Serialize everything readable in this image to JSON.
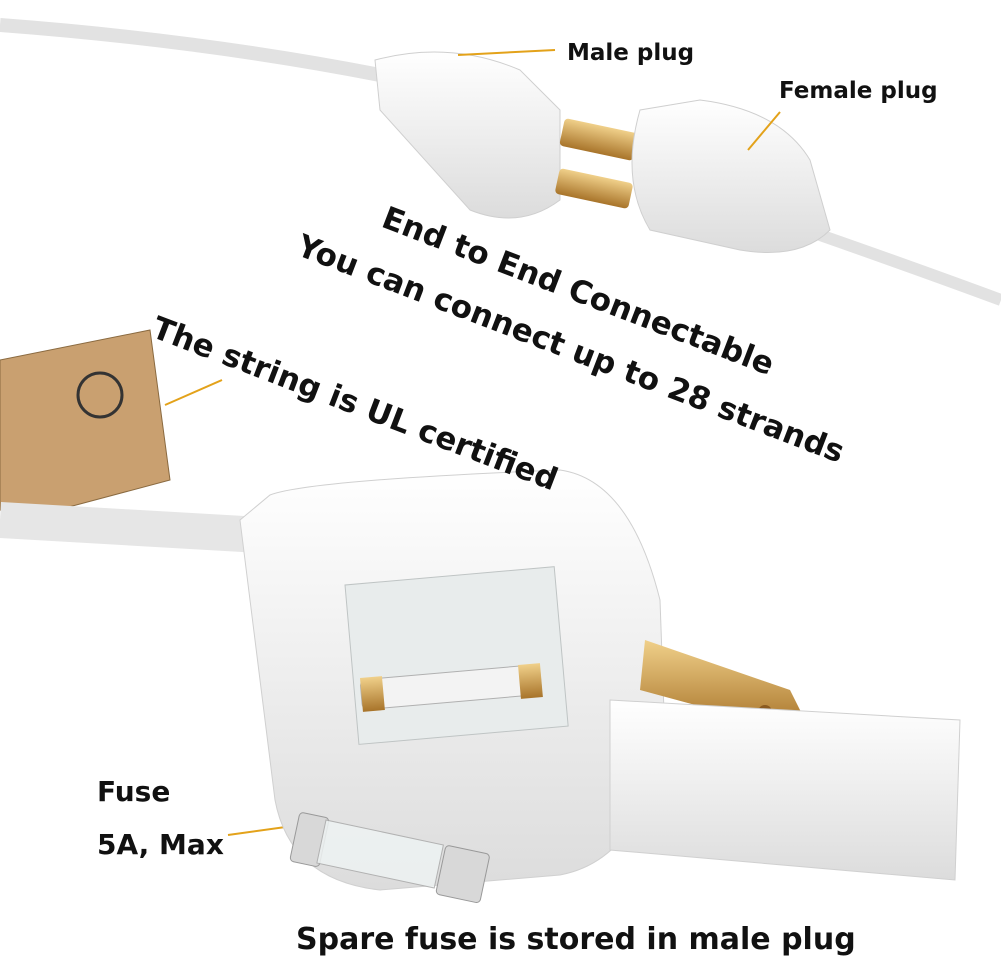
{
  "labels": {
    "male_plug": "Male plug",
    "female_plug": "Female plug",
    "headline_1": "End to End Connectable",
    "headline_2": "You can connect up to 28 strands",
    "ul_note": "The string is UL certified",
    "fuse": "Fuse",
    "fuse_rating": "5A, Max",
    "spare_fuse": "Spare fuse is stored in male plug"
  },
  "colors": {
    "leader_line": "#e3a21a",
    "brass": "#c9973f",
    "plastic": "#f4f4f2"
  }
}
